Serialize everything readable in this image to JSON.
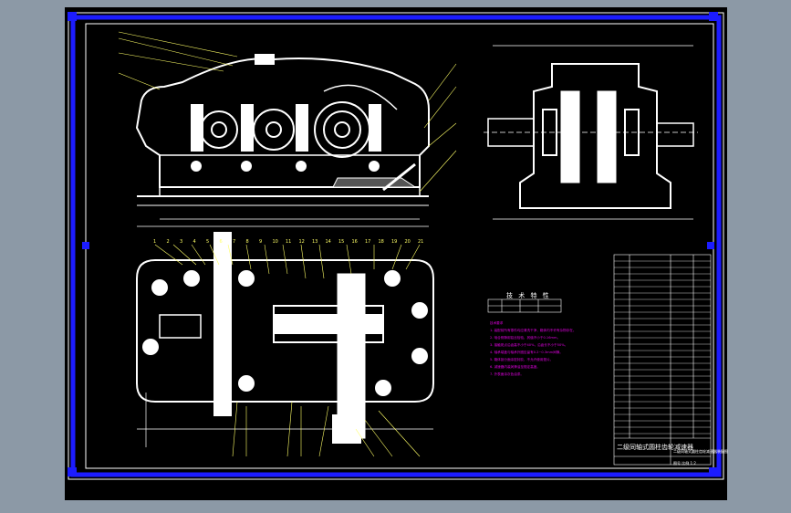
{
  "drawing": {
    "colors": {
      "background": "#8c99a6",
      "sheet": "#000000",
      "frame": "#1c1cff",
      "lines": "#ffffff",
      "leaders": "#ffff66",
      "notes": "#e000e0"
    },
    "title_block": {
      "title": "二级同轴式圆柱齿轮减速器",
      "drawing_name": "二级同轴式圆柱齿轮减速器装配图",
      "sheet_info": "图号 比例 1:2"
    },
    "technical_spec": {
      "heading": "技 术 特 性"
    },
    "technical_notes": [
      "技术要求",
      "1. 装配前所有零件均应清洗干净，箱体内不许有杂物存在。",
      "2. 啮合侧隙用铅丝检验，其值不小于0.16mm。",
      "3. 接触斑点沿齿高不小于40%，沿齿长不小于50%。",
      "4. 轴承端盖与轴承外圈应留有0.2~0.3mm间隙。",
      "5. 箱体剖分面涂密封胶，不允许使用垫片。",
      "6. 减速器内装润滑油至规定高度。",
      "7. 外表面涂灰色油漆。"
    ],
    "part_numbers_bottom_view": [
      "1",
      "2",
      "3",
      "4",
      "5",
      "6",
      "7",
      "8",
      "9",
      "10",
      "11",
      "12",
      "13",
      "14",
      "15",
      "16",
      "17",
      "18",
      "19",
      "20",
      "21"
    ]
  }
}
